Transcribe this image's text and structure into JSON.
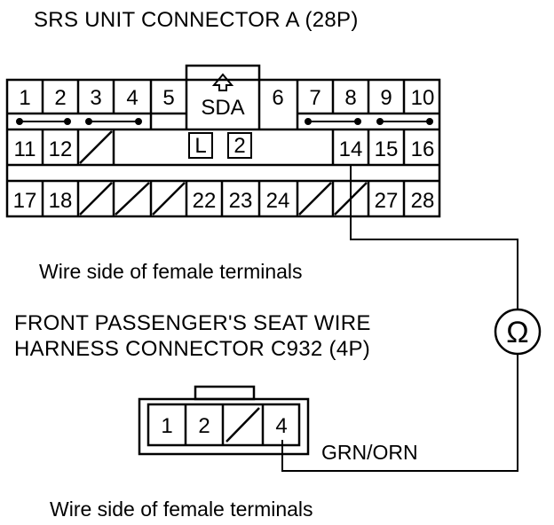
{
  "connector_a": {
    "title": "SRS UNIT CONNECTOR A (28P)",
    "caption": "Wire side of female terminals",
    "sda_label": "SDA",
    "lock_l": "L",
    "lock_2": "2",
    "row1": [
      "1",
      "2",
      "3",
      "4",
      "5",
      "6",
      "7",
      "8",
      "9",
      "10"
    ],
    "row2": [
      "11",
      "12",
      "14",
      "15",
      "16"
    ],
    "row3": [
      "17",
      "18",
      "22",
      "23",
      "24",
      "27",
      "28"
    ]
  },
  "connector_c932": {
    "title_line1": "FRONT PASSENGER'S SEAT WIRE",
    "title_line2": "HARNESS CONNECTOR C932 (4P)",
    "caption": "Wire side of female terminals",
    "pins": [
      "1",
      "2",
      "4"
    ]
  },
  "meter": {
    "symbol": "Ω"
  },
  "wire": {
    "color_label": "GRN/ORN"
  }
}
